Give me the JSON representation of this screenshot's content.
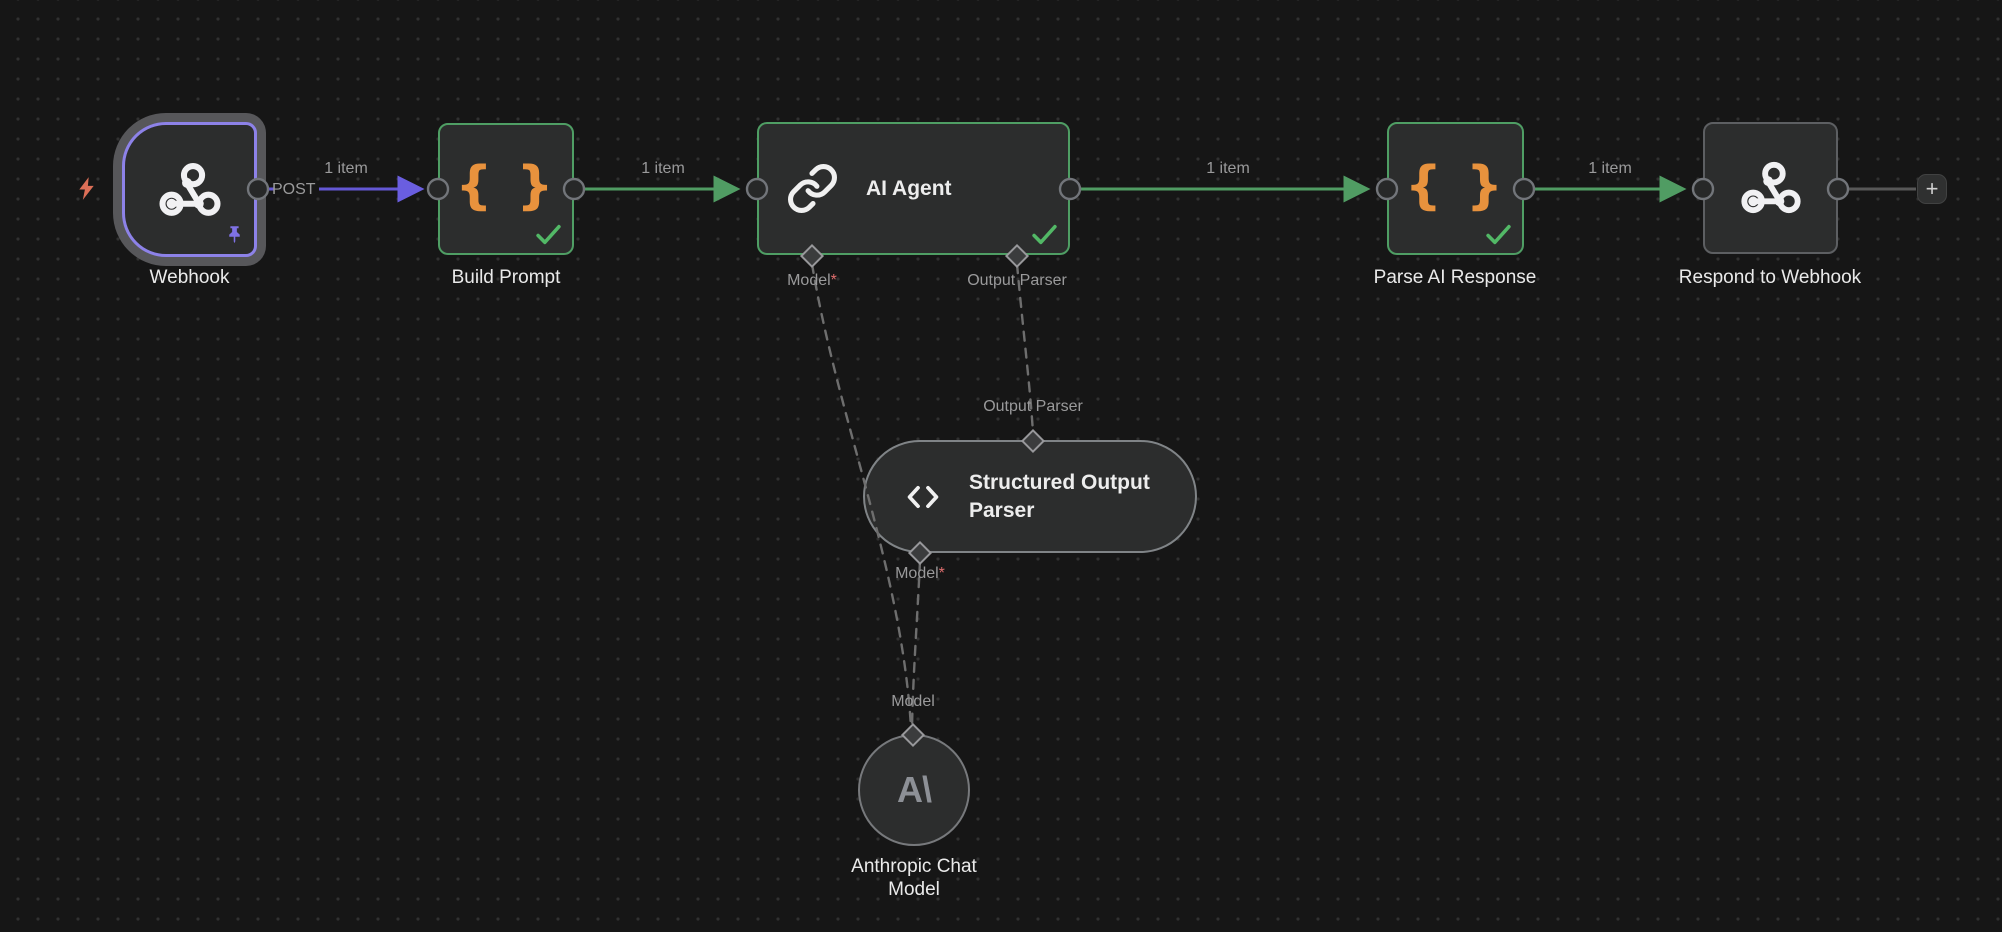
{
  "canvas": {
    "background": "#161616",
    "dot_color": "#313131"
  },
  "nodes": {
    "webhook": {
      "label": "Webhook"
    },
    "build_prompt": {
      "label": "Build Prompt"
    },
    "ai_agent": {
      "label": "AI Agent"
    },
    "parse_ai_response": {
      "label": "Parse AI Response"
    },
    "respond_to_webhook": {
      "label": "Respond to Webhook"
    },
    "structured_output_parser": {
      "label": "Structured Output Parser"
    },
    "anthropic_chat_model": {
      "label": "Anthropic Chat Model"
    }
  },
  "edges": {
    "post_label": "POST",
    "counts": [
      "1 item",
      "1 item",
      "1 item",
      "1 item"
    ]
  },
  "ports": {
    "agent_model": "Model",
    "agent_model_required": "*",
    "agent_output_parser": "Output Parser",
    "sop_input": "Output Parser",
    "sop_model": "Model",
    "sop_model_required": "*",
    "anthropic_model": "Model"
  },
  "icons": {
    "code_glyph": "{ }",
    "anthropic_glyph": "A\\",
    "plus_glyph": "+"
  },
  "colors": {
    "accent_green": "#4f9e64",
    "accent_purple": "#8d82e8",
    "edge_purple": "#6458d5",
    "accent_orange": "#e8923d",
    "check_green": "#52b866",
    "bolt_coral": "#dd6f57"
  }
}
